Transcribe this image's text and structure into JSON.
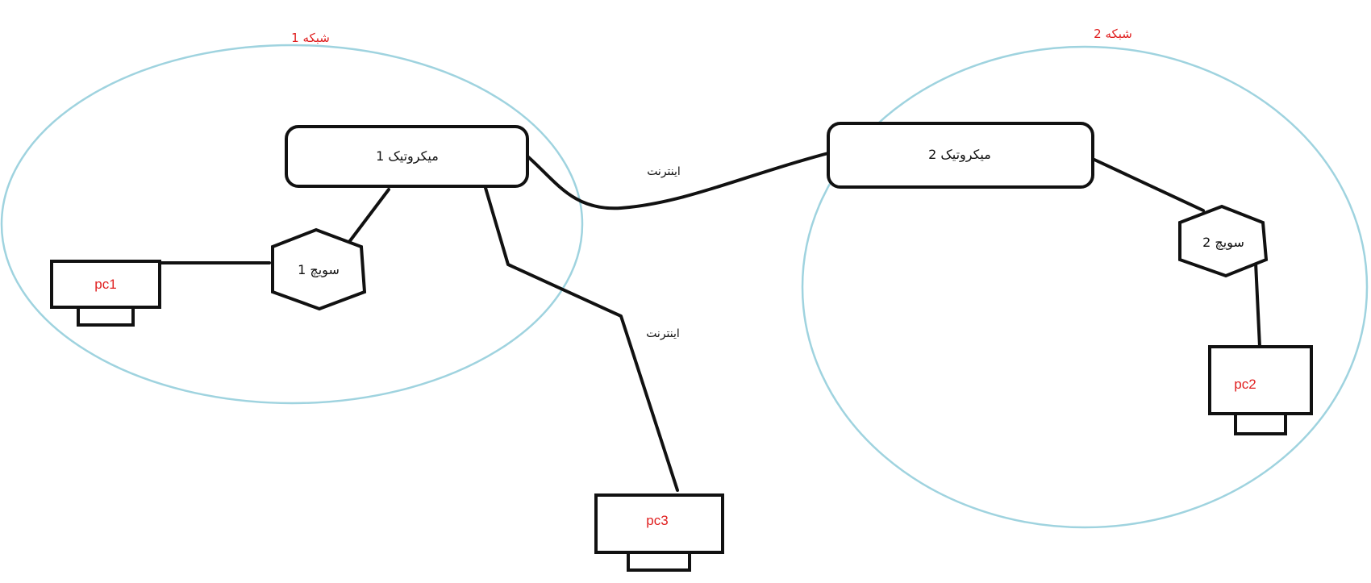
{
  "networks": {
    "net1": {
      "label": "شبکه 1"
    },
    "net2": {
      "label": "شبکه 2"
    }
  },
  "routers": {
    "r1": {
      "label": "میکروتیک 1"
    },
    "r2": {
      "label": "میکروتیک 2"
    }
  },
  "switches": {
    "s1": {
      "label": "سویچ 1"
    },
    "s2": {
      "label": "سویچ 2"
    }
  },
  "pcs": {
    "pc1": {
      "label": "pc1"
    },
    "pc2": {
      "label": "pc2"
    },
    "pc3": {
      "label": "pc3"
    }
  },
  "links": {
    "internet_top": {
      "label": "اینترنت"
    },
    "internet_bottom": {
      "label": "اینترنت"
    }
  },
  "colors": {
    "network_outline": "#9fd3df",
    "label_red": "#e02020",
    "stroke": "#111111"
  }
}
